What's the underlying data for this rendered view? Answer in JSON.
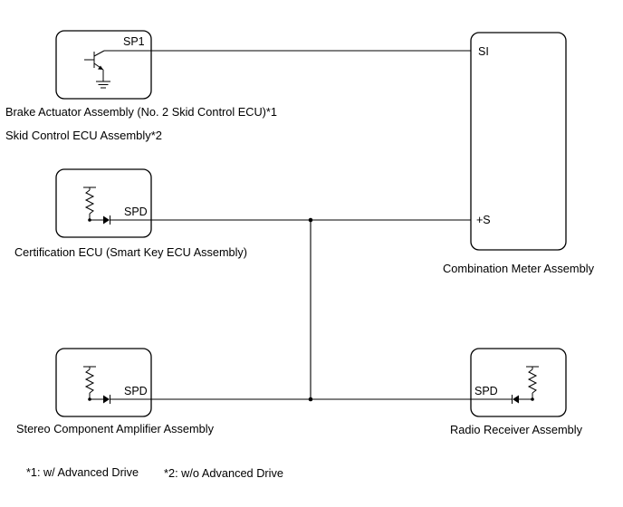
{
  "components": {
    "brake_actuator": {
      "pin": "SP1",
      "label": "Brake Actuator Assembly (No. 2 Skid Control ECU)*1",
      "label2": "Skid Control ECU Assembly*2"
    },
    "certification_ecu": {
      "pin": "SPD",
      "label": "Certification ECU (Smart Key ECU Assembly)"
    },
    "combination_meter": {
      "pin_si": "SI",
      "pin_s": "+S",
      "label": "Combination Meter Assembly"
    },
    "stereo_amplifier": {
      "pin": "SPD",
      "label": "Stereo Component Amplifier Assembly"
    },
    "radio_receiver": {
      "pin": "SPD",
      "label": "Radio Receiver Assembly"
    }
  },
  "notes": {
    "note1": "*1: w/ Advanced Drive",
    "note2": "*2: w/o Advanced Drive"
  }
}
